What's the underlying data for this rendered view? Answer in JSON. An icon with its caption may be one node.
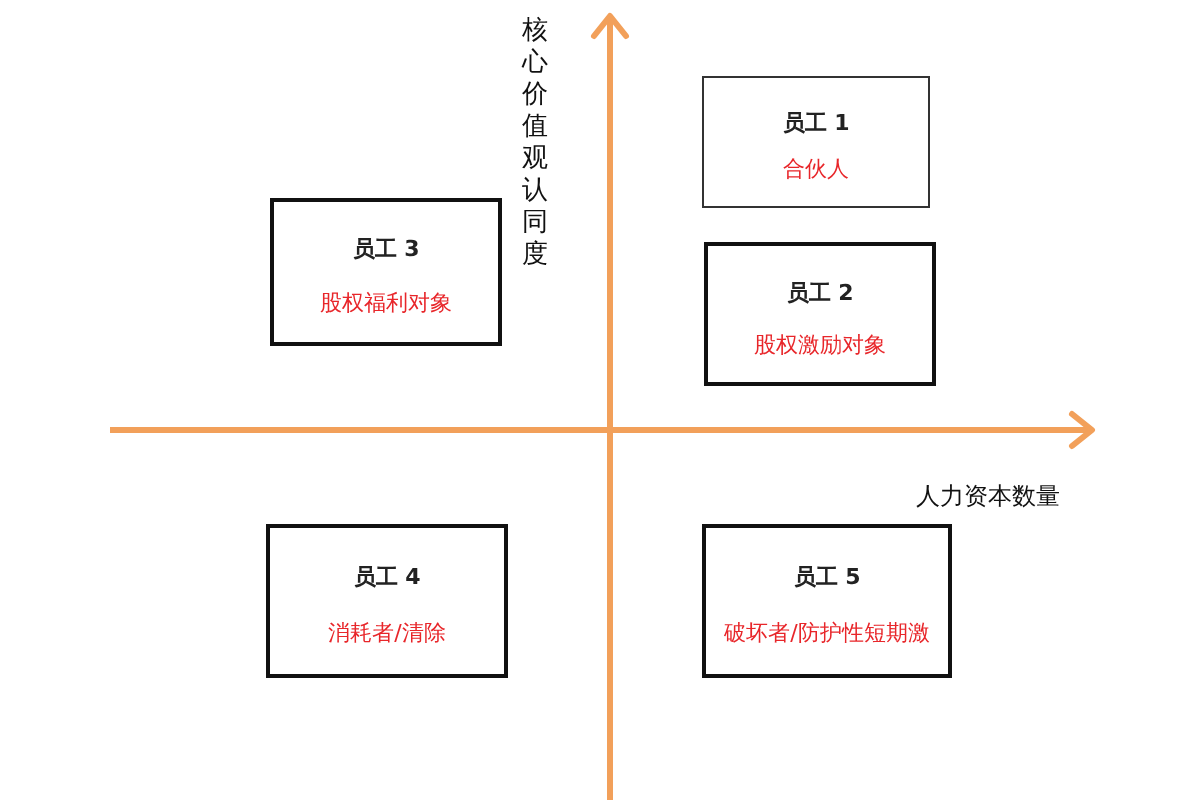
{
  "diagram": {
    "nodes": [
      {
        "text": [
          "员工 1",
          "合伙人"
        ]
      },
      {
        "text": [
          "员工 3",
          "股权福利对象"
        ]
      },
      {
        "text": [
          "员工 2",
          "股权激励对象"
        ]
      },
      {
        "text": [
          "员工 4",
          "消耗者/清除"
        ]
      },
      {
        "text": [
          "员工 5",
          "破坏者/防护性短期激"
        ]
      }
    ],
    "edges": [],
    "labels": [
      "核心价值观认同度",
      "人力资本数量"
    ]
  }
}
